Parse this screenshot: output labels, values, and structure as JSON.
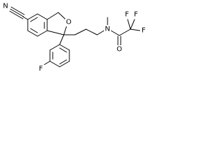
{
  "molecule": {
    "atoms": {
      "n_nitrile": "N",
      "o_ring": "O",
      "n_amide": "N",
      "o_carbonyl": "O",
      "f_aryl": "F",
      "f_cf3_top_left": "F",
      "f_cf3_top_right": "F",
      "f_cf3_right": "F"
    },
    "colors": {
      "bond": "#000000",
      "label": "#000000",
      "background": "#ffffff"
    }
  }
}
